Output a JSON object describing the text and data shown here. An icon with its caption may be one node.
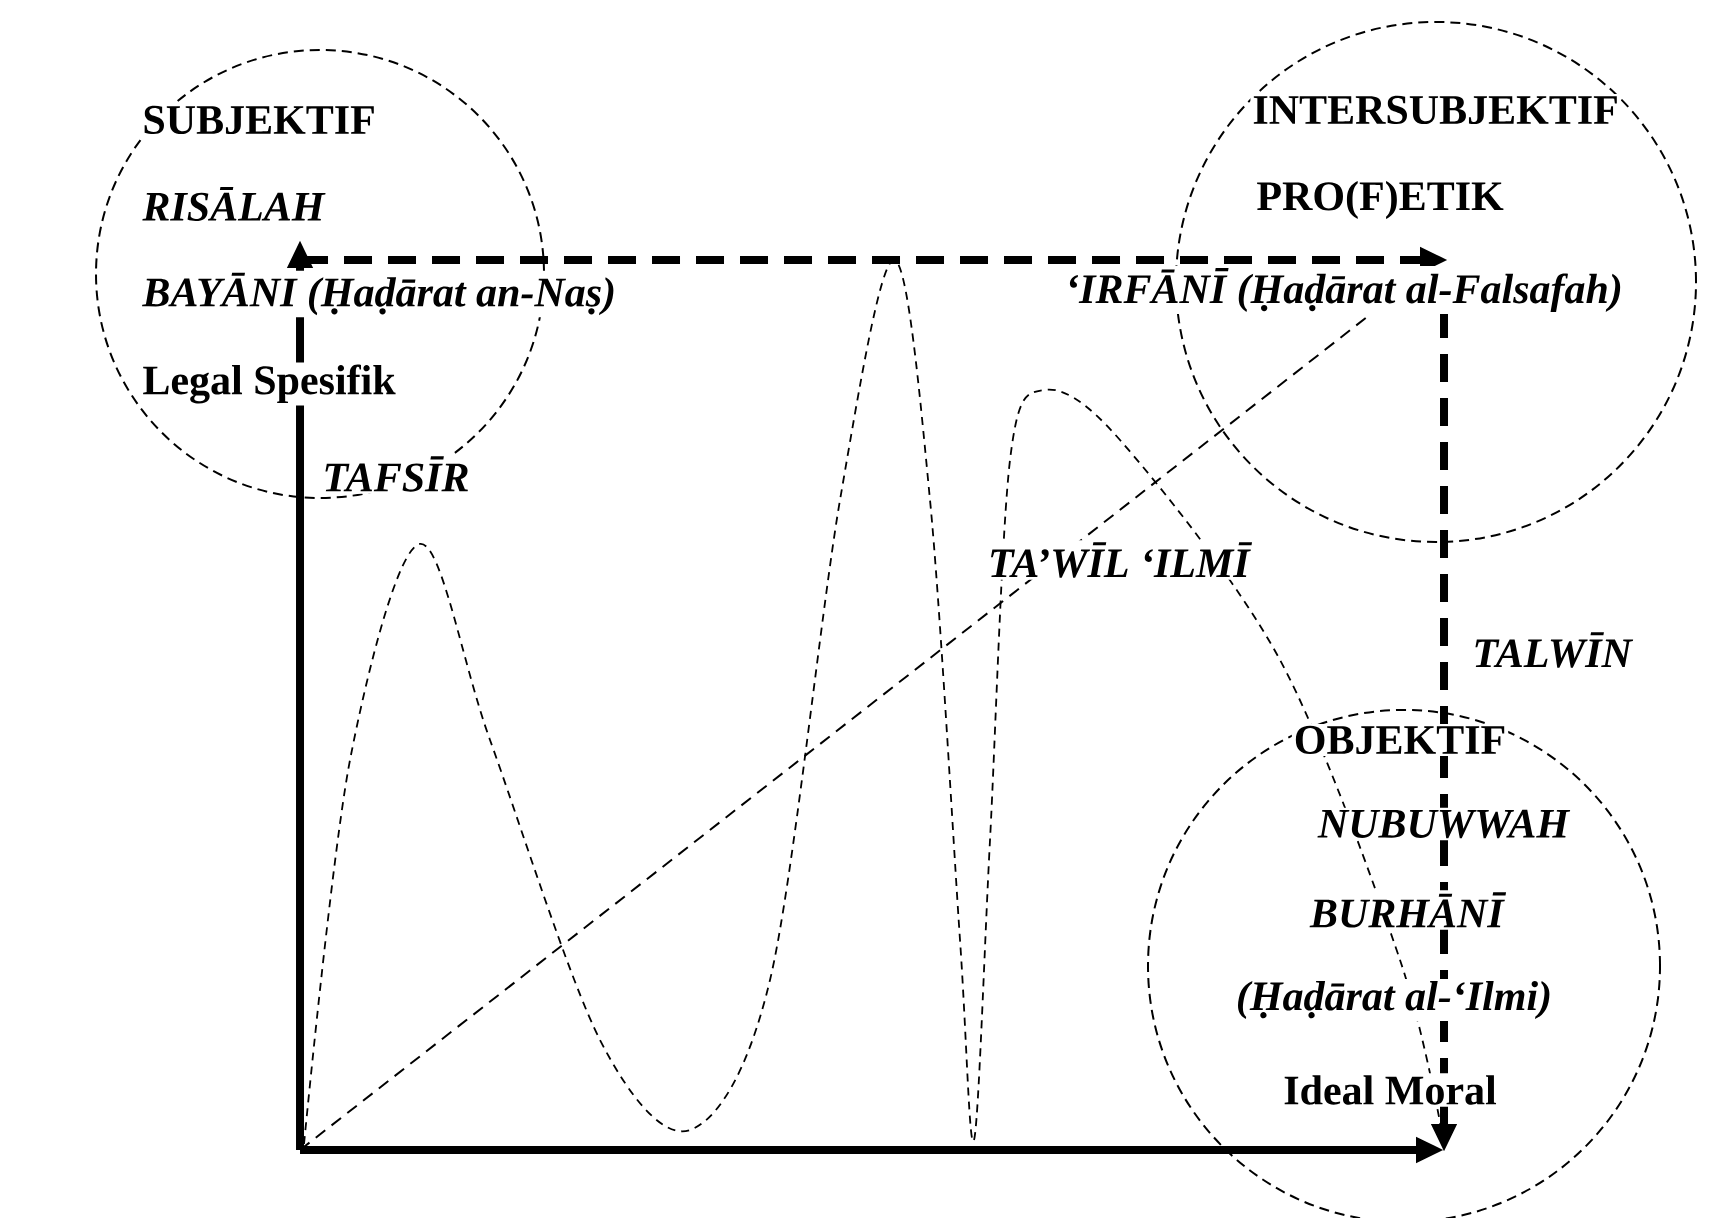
{
  "diagram": {
    "nodes": [
      {
        "text": [
          "SUBJEKTIF",
          "*RISĀLAH*",
          "*BAYĀNI (Ḥaḍārat an-Naṣ)*",
          "Legal Spesifik"
        ]
      },
      {
        "text": [
          "INTERSUBJEKTIF",
          "PRO(F)ETIK",
          "*‘IRFĀNĪ (Ḥaḍārat al-Falsafah)*"
        ]
      },
      {
        "text": [
          "OBJEKTIF",
          "*NUBUWWAH*",
          "*BURHĀNĪ*",
          "*(Ḥaḍārat al-‘Ilmi)*",
          "Ideal Moral"
        ]
      }
    ],
    "edges": [
      {
        "from": null,
        "to": 0,
        "arrow": "to",
        "label": "*TAFSĪR*"
      },
      {
        "from": null,
        "to": 2,
        "arrow": "to"
      },
      {
        "from": 0,
        "to": 1,
        "arrow": "to",
        "style": "dashed"
      },
      {
        "from": 1,
        "to": 2,
        "arrow": "to",
        "style": "dashed",
        "label": "*TALWĪN*"
      },
      {
        "from": null,
        "to": 1,
        "arrow": "none",
        "style": "dashed",
        "label": "*TA’WĪL ‘ILMĪ*"
      }
    ]
  }
}
